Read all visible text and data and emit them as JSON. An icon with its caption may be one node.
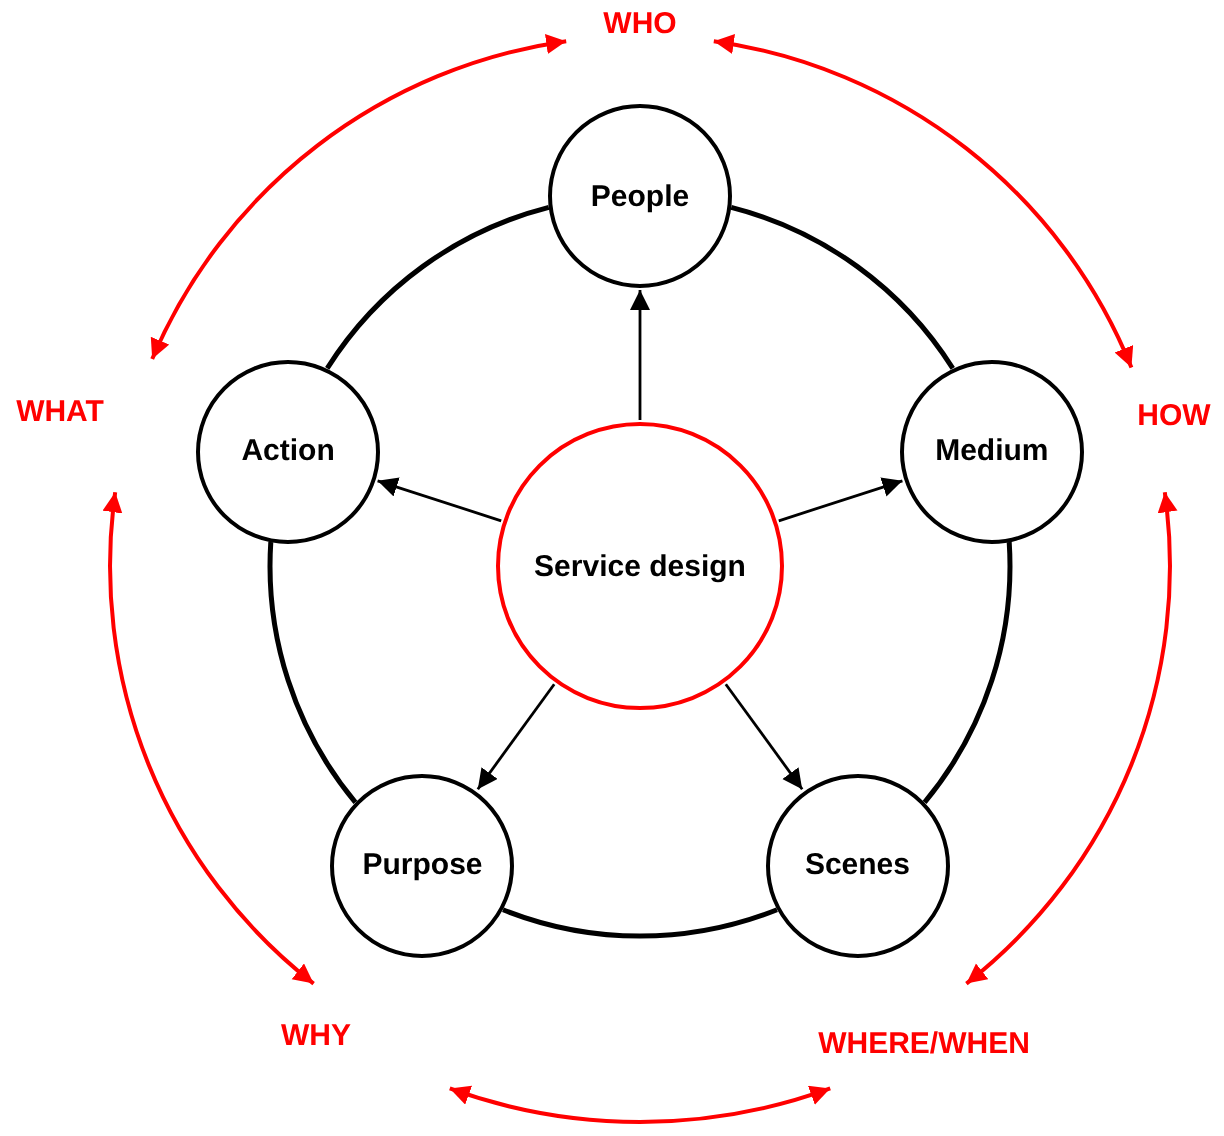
{
  "diagram": {
    "nodes": [
      {
        "text": [
          "WHO"
        ]
      },
      {
        "text": [
          "People"
        ]
      },
      {
        "text": [
          "WHAT"
        ]
      },
      {
        "text": [
          "Action"
        ]
      },
      {
        "text": [
          "Service design"
        ]
      },
      {
        "text": [
          "Medium"
        ]
      },
      {
        "text": [
          "HOW"
        ]
      },
      {
        "text": [
          "Purpose"
        ]
      },
      {
        "text": [
          "Scenes"
        ]
      },
      {
        "text": [
          "WHY"
        ]
      },
      {
        "text": [
          "WHERE/WHEN"
        ]
      }
    ],
    "edges": [
      {
        "from": 4,
        "to": 1,
        "arrow": "to"
      },
      {
        "from": 4,
        "to": 5,
        "arrow": "to"
      },
      {
        "from": 4,
        "to": 8,
        "arrow": "to"
      },
      {
        "from": 4,
        "to": 7,
        "arrow": "to"
      },
      {
        "from": 4,
        "to": 3,
        "arrow": "to"
      },
      {
        "from": 1,
        "to": 5,
        "arrow": "none"
      },
      {
        "from": 5,
        "to": 8,
        "arrow": "none"
      },
      {
        "from": 8,
        "to": 7,
        "arrow": "none"
      },
      {
        "from": 7,
        "to": 3,
        "arrow": "none"
      },
      {
        "from": 3,
        "to": 1,
        "arrow": "none"
      },
      {
        "from": 0,
        "to": 6,
        "arrow": "both",
        "color": "#ff0000"
      },
      {
        "from": 6,
        "to": 10,
        "arrow": "both",
        "color": "#ff0000"
      },
      {
        "from": 9,
        "to": 10,
        "arrow": "both",
        "color": "#ff0000"
      },
      {
        "from": 2,
        "to": 9,
        "arrow": "both",
        "color": "#ff0000"
      },
      {
        "from": 0,
        "to": 2,
        "arrow": "both",
        "color": "#ff0000"
      }
    ]
  }
}
